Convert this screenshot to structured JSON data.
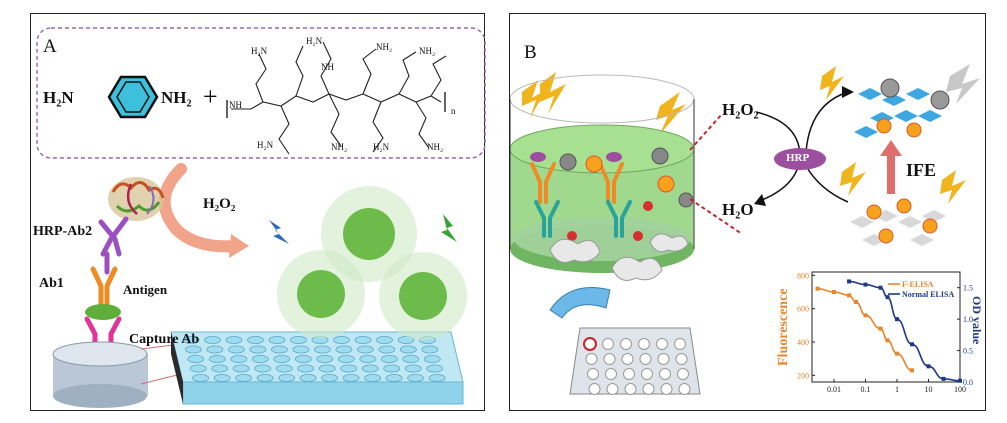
{
  "panel_a": {
    "letter": "A",
    "monomer_left": "H₂N",
    "monomer_right": "NH₂",
    "plus": "+",
    "pei_end_left": "NH",
    "pei_end_right": "n",
    "amine": "H₂N",
    "amine_r": "NH₂",
    "nh": "NH",
    "hrp_ab2": "HRP-Ab2",
    "ab1": "Ab1",
    "antigen": "Antigen",
    "capture_ab": "Capture Ab",
    "h2o2": "H₂O₂"
  },
  "panel_b": {
    "letter": "B",
    "h2o2": "H₂O₂",
    "h2o": "H₂O",
    "hrp": "HRP",
    "ife": "IFE"
  },
  "chart_data": {
    "type": "line",
    "xlabel": "",
    "ylabel": "Fluorescence",
    "y2label": "OD value",
    "x_scale": "log",
    "x_ticks": [
      "0.01",
      "0.1",
      "1",
      "10",
      "100"
    ],
    "y_ticks": [
      "200",
      "400",
      "600",
      "800"
    ],
    "y2_ticks": [
      "0.0",
      "0.5",
      "1.0",
      "1.5"
    ],
    "xlim": [
      0.002,
      100
    ],
    "ylim": [
      160,
      820
    ],
    "y2lim": [
      0,
      1.75
    ],
    "legend_position": "top-right",
    "series": [
      {
        "name": "F-ELISA",
        "color": "#e8862a",
        "axis": "left",
        "x": [
          0.003,
          0.01,
          0.03,
          0.05,
          0.1,
          0.3,
          0.5,
          1,
          3
        ],
        "y": [
          720,
          700,
          680,
          640,
          560,
          480,
          410,
          330,
          230
        ]
      },
      {
        "name": "Normal ELISA",
        "color": "#1d3a8a",
        "axis": "right",
        "x": [
          0.03,
          0.1,
          0.3,
          0.5,
          1,
          3,
          10,
          30,
          100
        ],
        "y": [
          1.6,
          1.55,
          1.5,
          1.35,
          1.0,
          0.6,
          0.25,
          0.05,
          0.02
        ]
      }
    ]
  },
  "colors": {
    "wells": "#8fd3ea",
    "antigen": "#5fae3a",
    "hrp": "#9b4f9e",
    "well_liquid": "#8fd17a",
    "lightning": "#f0b41c",
    "arrow_red": "#c97a7a"
  }
}
